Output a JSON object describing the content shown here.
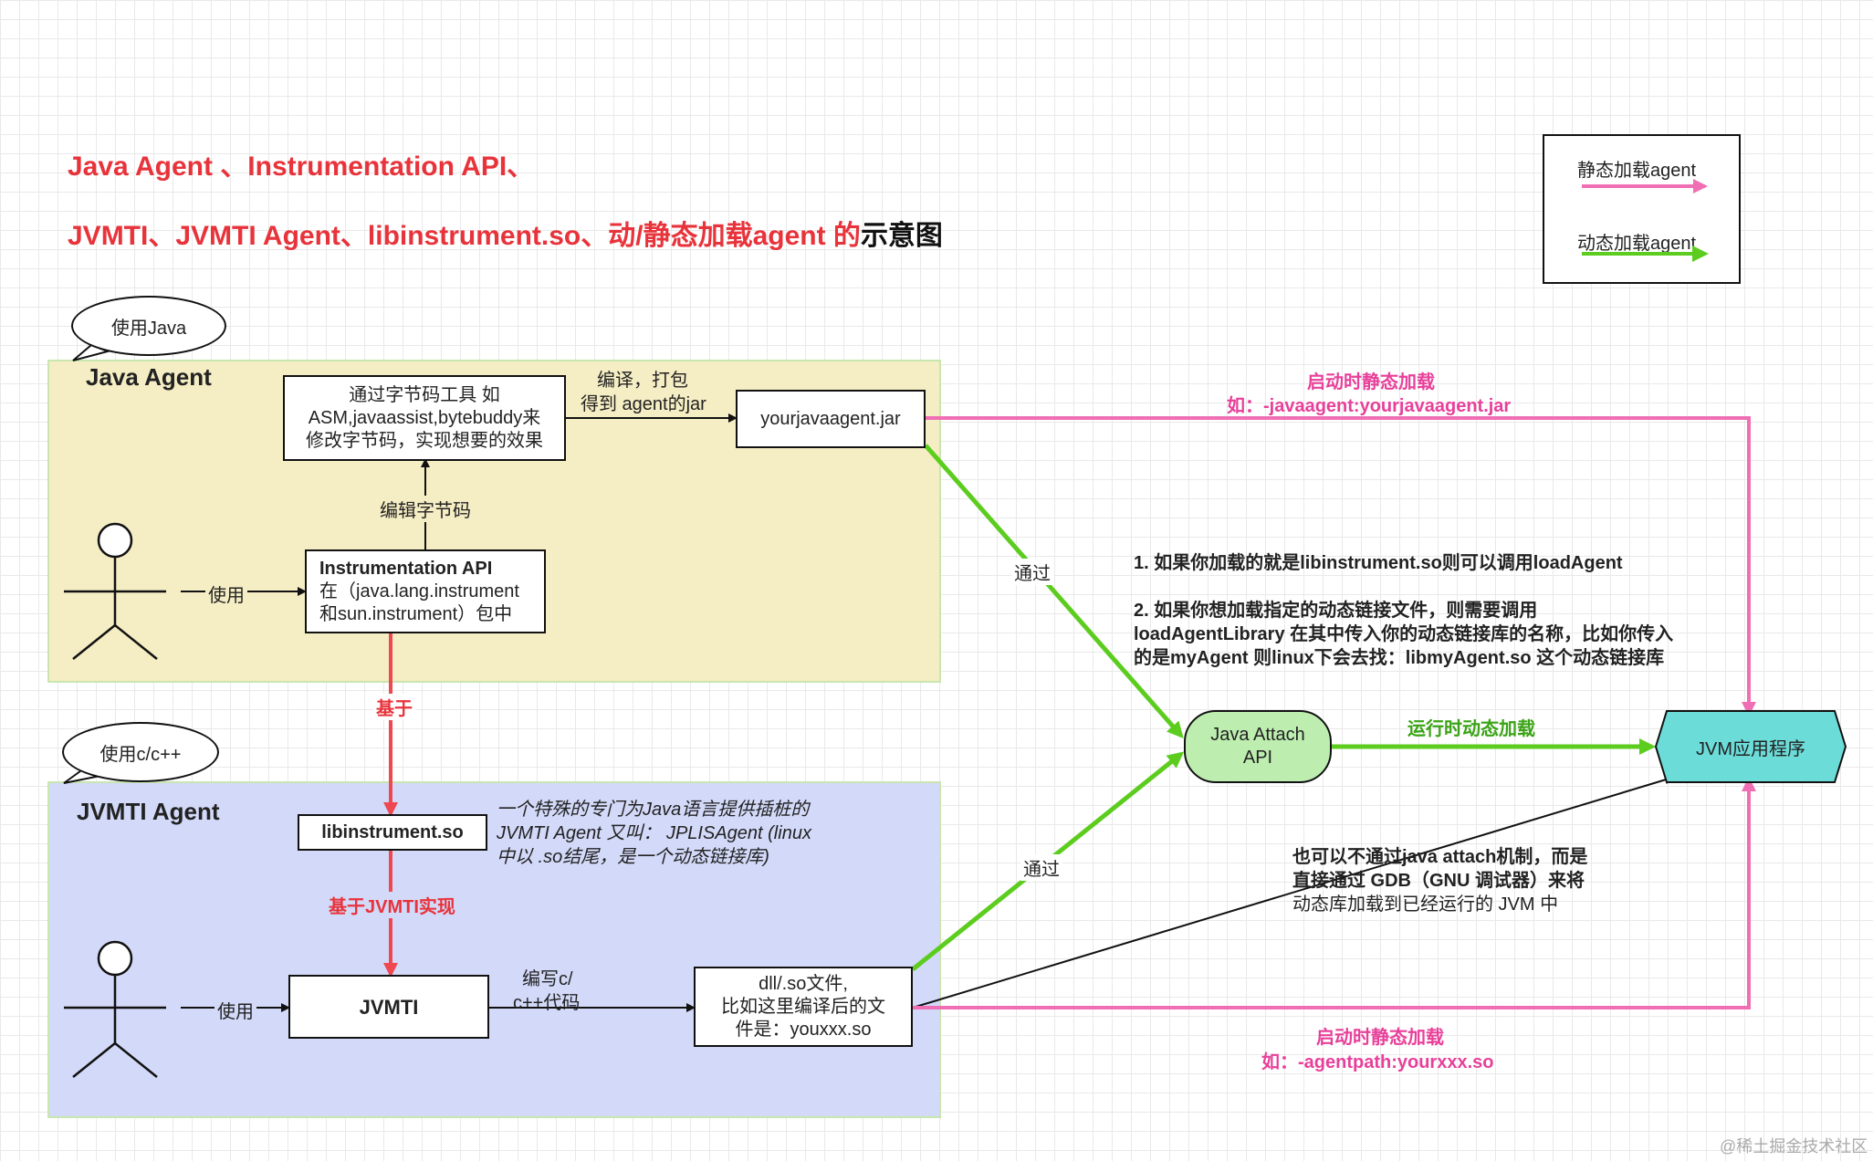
{
  "title": {
    "line1": "Java Agent 、Instrumentation API、",
    "line2_red": "JVMTI、JVMTI Agent、libinstrument.so、动/静态加载agent  的",
    "line2_black": "示意图"
  },
  "legend": {
    "static_label": "静态加载agent",
    "dynamic_label": "动态加载agent",
    "static_color": "#f06fb4",
    "dynamic_color": "#5ccd1f"
  },
  "zones": {
    "java_agent": "Java Agent",
    "jvmti_agent": "JVMTI Agent"
  },
  "bubbles": {
    "use_java": "使用Java",
    "use_cpp": "使用c/c++"
  },
  "boxes": {
    "bytecode_tool": [
      "通过字节码工具 如",
      "ASM,javaassist,bytebuddy来",
      "修改字节码，实现想要的效果"
    ],
    "jar": "yourjavaagent.jar",
    "instrumentation_title": "Instrumentation API",
    "instrumentation_lines": [
      "在（java.lang.instrument",
      "和sun.instrument）包中"
    ],
    "libinstrument": "libinstrument.so",
    "jvmti": "JVMTI",
    "dll_so": [
      "dll/.so文件,",
      "比如这里编译后的文",
      "件是：youxxx.so"
    ],
    "java_attach": [
      "Java Attach",
      "API"
    ],
    "jvm_app": "JVM应用程序"
  },
  "edges": {
    "compile_pack": [
      "编译，打包",
      "得到 agent的jar"
    ],
    "edit_bytecode": "编辑字节码",
    "use": "使用",
    "based_on": "基于",
    "based_on_jvmti": "基于JVMTI实现",
    "write_cpp": [
      "编写c/",
      "c++代码"
    ],
    "via": "通过",
    "startup_static_top": [
      "启动时静态加载",
      "如：-javaagent:yourjavaagent.jar"
    ],
    "runtime_dynamic": "运行时动态加载",
    "startup_static_bottom": [
      "启动时静态加载",
      "如：-agentpath:yourxxx.so"
    ]
  },
  "notes": {
    "attach_notes": [
      "1. 如果你加载的就是libinstrument.so则可以调用loadAgent",
      "",
      "2. 如果你想加载指定的动态链接文件，则需要调用",
      "loadAgentLibrary 在其中传入你的动态链接库的名称，比如你传入",
      "的是myAgent 则linux下会去找：libmyAgent.so 这个动态链接库"
    ],
    "libinstrument_desc": [
      "一个特殊的专门为Java语言提供插桩的",
      "JVMTI Agent 又叫： JPLISAgent (linux",
      "中以 .so结尾，是一个动态链接库)"
    ],
    "gdb_lines": [
      "也可以不通过java attach机制，而是",
      "直接通过 GDB（GNU 调试器）来将",
      "动态库加载到已经运行的 JVM 中"
    ]
  },
  "watermark": "@稀土掘金技术社区"
}
